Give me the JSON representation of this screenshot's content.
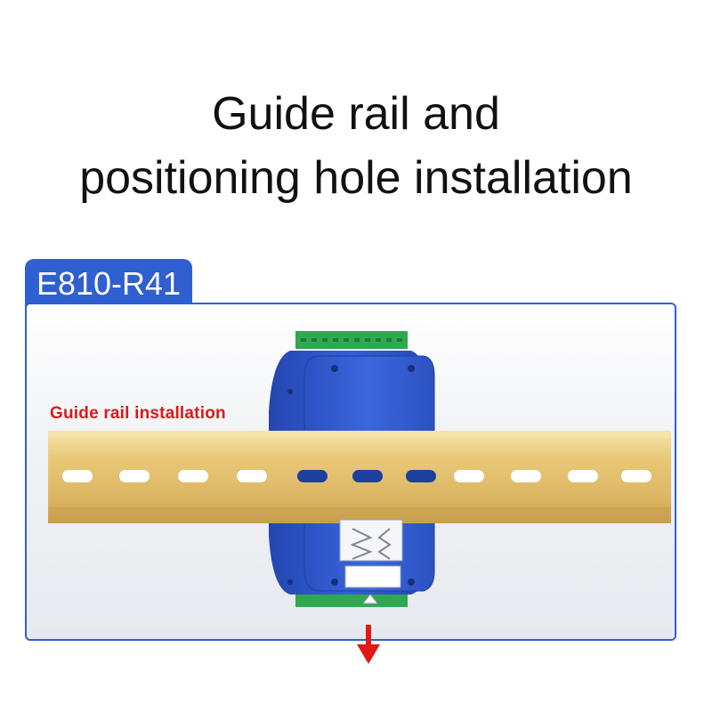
{
  "headline": {
    "line1": "Guide rail and",
    "line2": "positioning hole installation"
  },
  "model_tab": {
    "label": "E810-R41"
  },
  "callout": {
    "label": "Guide rail installation"
  },
  "colors": {
    "brand_blue": "#2f5fd0",
    "callout_red": "#e01818",
    "rail_gold": "#e2c577",
    "device_blue": "#2f57c9",
    "terminal_green": "#2fa84f"
  },
  "icons": {
    "direction": "arrow-down-icon"
  }
}
